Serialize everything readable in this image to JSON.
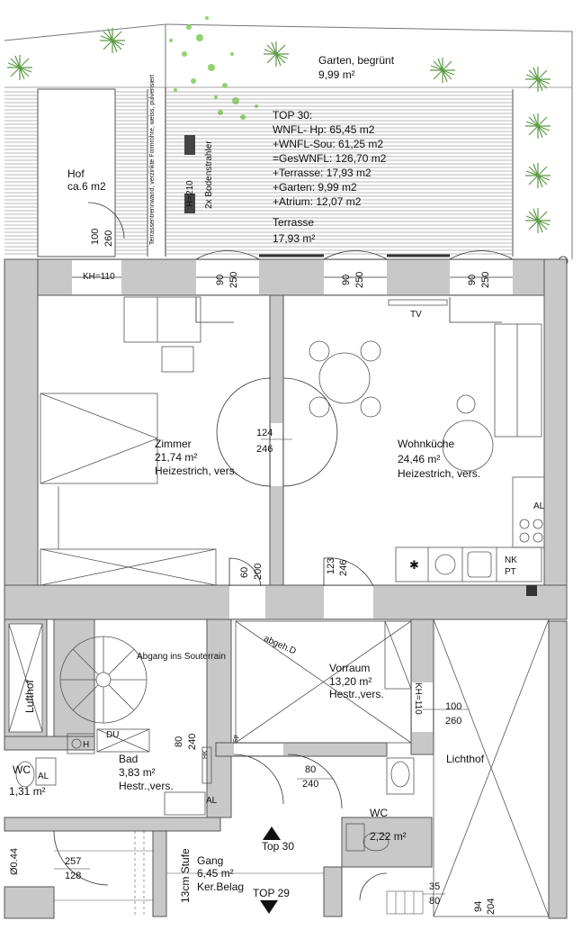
{
  "garden": {
    "name": "Garten, begrünt",
    "area": "9,99 m²"
  },
  "summary": {
    "top": "TOP 30:",
    "lines": [
      "WNFL- Hp: 65,45 m2",
      "+WNFL-Sou: 61,25 m2",
      "=GesWNFL: 126,70 m2",
      "+Terrasse: 17,93 m2",
      "+Garten: 9,99 m2",
      "+Atrium: 12,07 m2"
    ]
  },
  "terrace": {
    "name": "Terrasse",
    "area": "17,93 m²"
  },
  "hof": {
    "name": "Hof",
    "area": "ca.6 m2"
  },
  "heater": {
    "label": "2x Bodenstrahler",
    "height": "H=210"
  },
  "wall_note": "Terrassentrennwand, verzinkte Formrohre, weiss, pulverisiert",
  "rooms": {
    "zimmer": {
      "name": "Zimmer",
      "area": "21,74 m²",
      "floor": "Heizestrich, vers."
    },
    "wohnkueche": {
      "name": "Wohnküche",
      "area": "24,46 m²",
      "floor": "Heizestrich, vers."
    },
    "vorraum": {
      "name": "Vorraum",
      "area": "13,20 m²",
      "floor": "Hestr.,vers."
    },
    "bad": {
      "name": "Bad",
      "area": "3,83 m²",
      "floor": "Hestr.,vers."
    },
    "wc_left": {
      "name": "WC",
      "area": "1,31 m²"
    },
    "wc_right": {
      "name": "WC",
      "area": "2,22 m²"
    },
    "gang": {
      "name": "Gang",
      "area": "6,45 m²",
      "floor": "Ker.Belag"
    },
    "lichthof": {
      "name": "Lichthof"
    },
    "lufthof": {
      "name": "Lufthof"
    }
  },
  "labels": {
    "tv": "TV",
    "al": "AL",
    "nk": "NK",
    "pt": "PT",
    "du": "DU",
    "h": "H",
    "hk": "HK",
    "kh110": "KH=110",
    "stairs": "Abgang ins Souterrain",
    "abgeh": "abgeh.D",
    "stufe": "13cm Stufe",
    "top30": "Top 30",
    "top29": "TOP 29",
    "diam": "Ø0.44",
    "sp": "Sp"
  },
  "doors": {
    "hof": {
      "w": "100",
      "h": "260"
    },
    "t1": {
      "w": "90",
      "h": "250"
    },
    "t2": {
      "w": "90",
      "h": "250"
    },
    "t3": {
      "w": "90",
      "h": "250"
    },
    "zimmer_wohn": {
      "w": "124",
      "h": "246"
    },
    "zimmer_vor": {
      "w": "60",
      "h": "200"
    },
    "wohn_vor": {
      "w": "123",
      "h": "246"
    },
    "lichthof": {
      "w": "100",
      "h": "260"
    },
    "bad": {
      "w": "80",
      "h": "240"
    },
    "wc": {
      "w": "80",
      "h": "240"
    },
    "gang": {
      "w": "257",
      "h": "128"
    },
    "stair_right": {
      "w": "35",
      "h": "80"
    },
    "bottom_right": {
      "w": "94",
      "h": "204"
    }
  }
}
